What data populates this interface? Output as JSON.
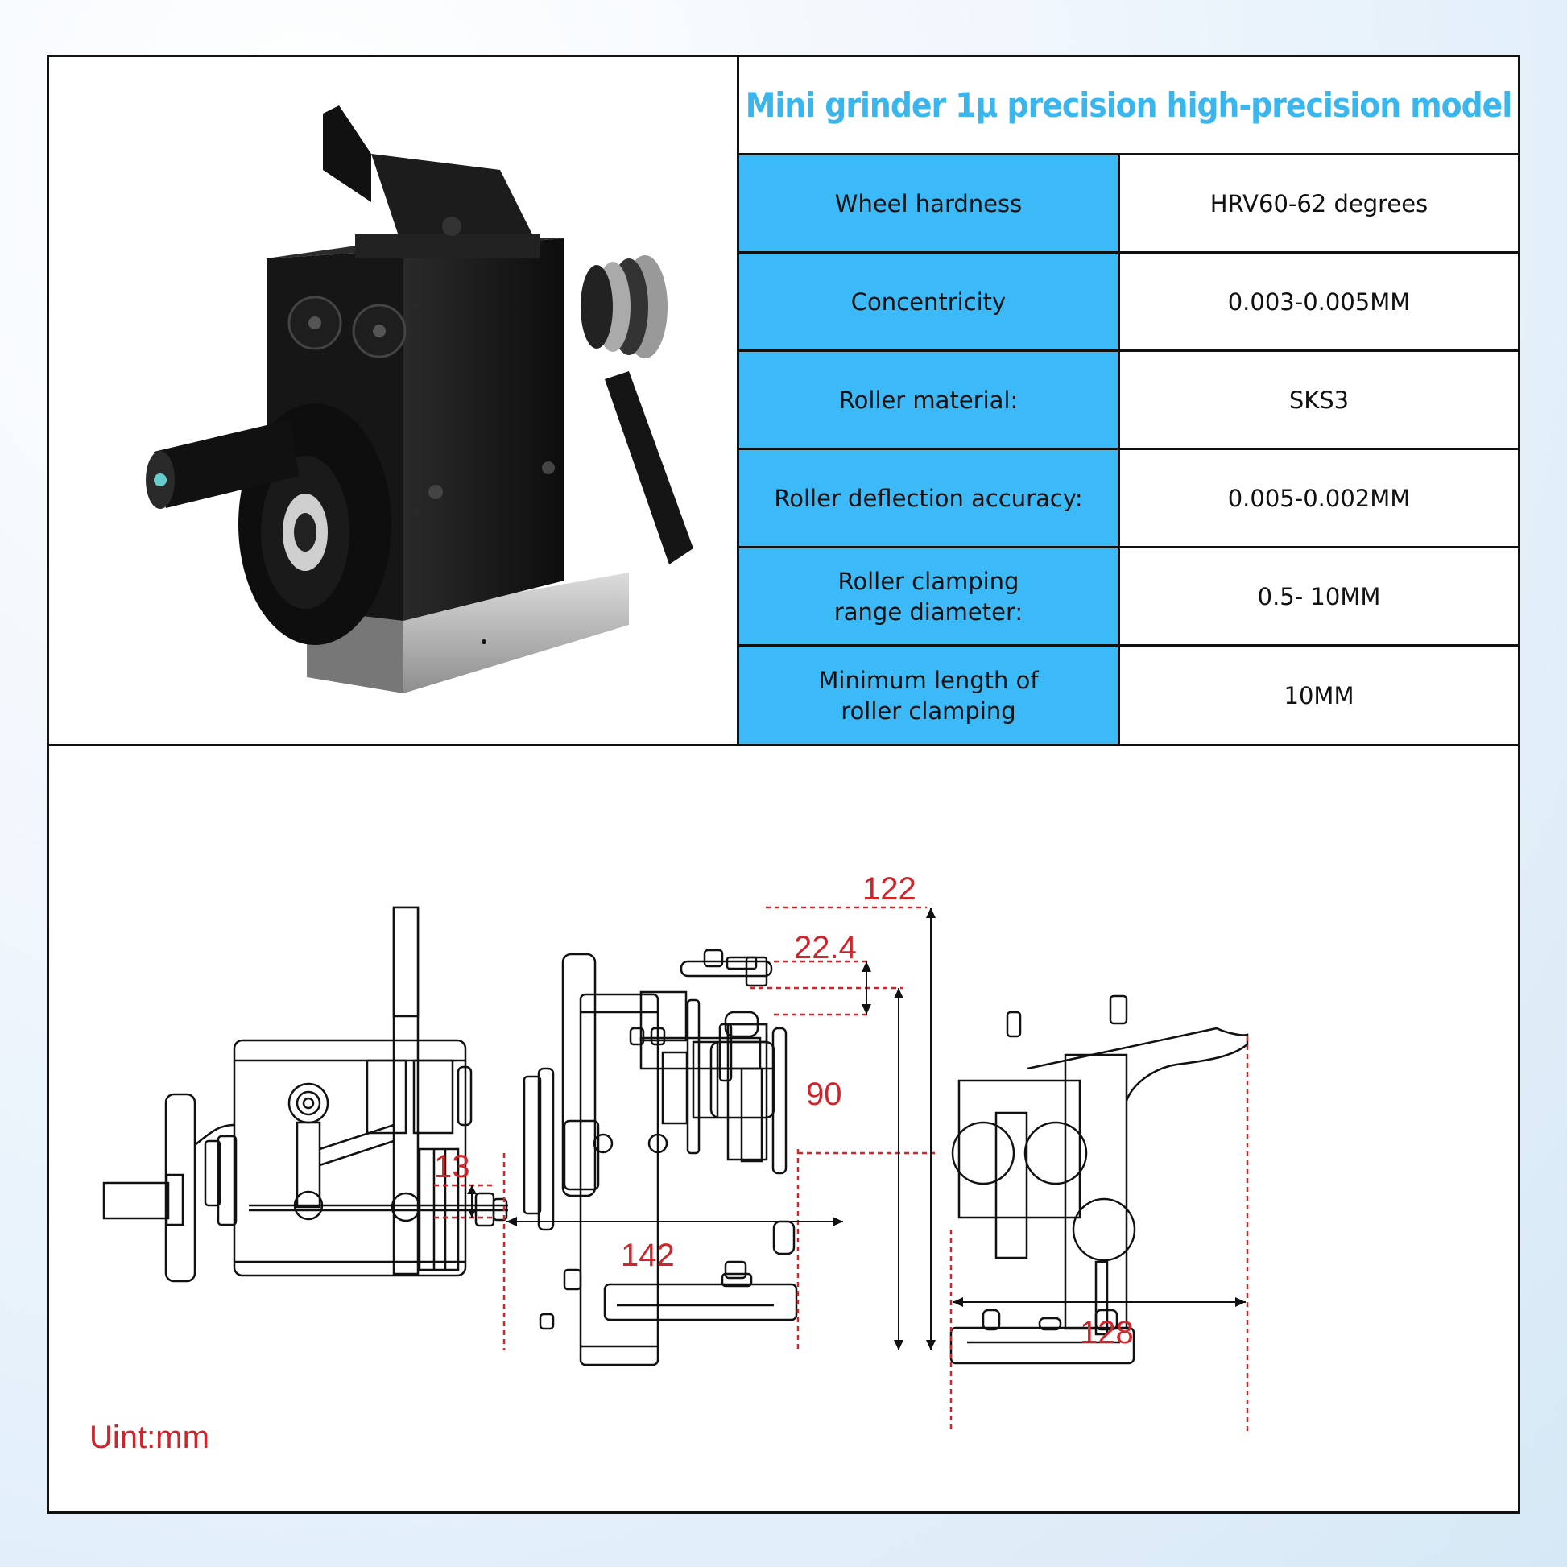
{
  "title": "Mini grinder 1μ precision high-precision model",
  "specs": [
    {
      "key": "Wheel hardness",
      "value": "HRV60-62 degrees"
    },
    {
      "key": "Concentricity",
      "value": "0.003-0.005MM"
    },
    {
      "key": "Roller material:",
      "value": "SKS3"
    },
    {
      "key": "Roller deflection accuracy:",
      "value": "0.005-0.002MM"
    },
    {
      "key": "Roller clamping\nrange diameter:",
      "value": "0.5- 10MM"
    },
    {
      "key": "Minimum length of\nroller clamping",
      "value": "10MM"
    }
  ],
  "dimensions": {
    "d122": "122",
    "d22_4": "22.4",
    "d13": "13",
    "d90": "90",
    "d142": "142",
    "d128": "128"
  },
  "unit_label": "Uint:mm",
  "colors": {
    "title": "#3ab6ee",
    "spec_key_bg": "#3cbaf7",
    "dimension": "#d2232a"
  }
}
